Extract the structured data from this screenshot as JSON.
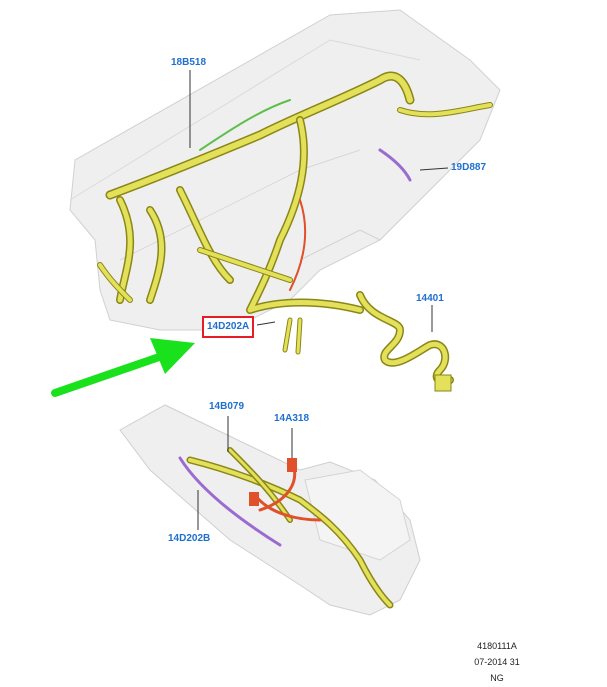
{
  "callouts": {
    "dash_top": "18B518",
    "dash_right": "19D887",
    "highlighted": "14D202A",
    "loose_harness": "14401",
    "console_top_left": "14B079",
    "console_top_right": "14A318",
    "console_left": "14D202B"
  },
  "reference": {
    "line1": "4180111A",
    "line2": "07-2014 31",
    "line3": "NG"
  },
  "colors": {
    "callout_text": "#1f6fd1",
    "highlight_border": "#e81c24",
    "arrow": "#19e21c",
    "harness_yellow": "#e3e05a",
    "harness_outline": "#8a8618",
    "wire_green": "#5fbf4a",
    "wire_purple": "#9a6bd0",
    "wire_red": "#e0502a",
    "panel_grey": "#ececec"
  }
}
